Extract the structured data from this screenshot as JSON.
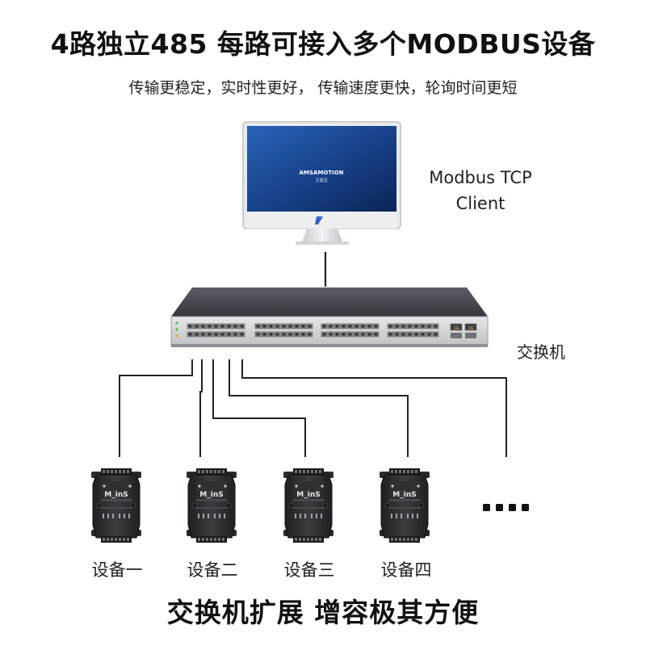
{
  "header": {
    "title": "4路独立485 每路可接入多个MODBUS设备",
    "subtitle": "传输更稳定，实时性更好， 传输速度更快，轮询时间更短"
  },
  "monitor": {
    "brand": "AMSAMOTION",
    "brand_sub": "艾莫迅"
  },
  "client": {
    "line1": "Modbus TCP",
    "line2": "Client"
  },
  "switch": {
    "label": "交换机",
    "sfp_labels": [
      "1G",
      "1G"
    ]
  },
  "devices": [
    {
      "label": "设备一",
      "badge": "M_inS"
    },
    {
      "label": "设备二",
      "badge": "M_inS"
    },
    {
      "label": "设备三",
      "badge": "M_inS"
    },
    {
      "label": "设备四",
      "badge": "M_inS"
    }
  ],
  "footer": {
    "text": "交换机扩展  增容极其方便"
  },
  "colors": {
    "switch_body": "#3f4247",
    "switch_panel": "#d8d9db",
    "device_body": "#2c2d30",
    "line": "#222222",
    "screen": "#1c4e9c"
  }
}
